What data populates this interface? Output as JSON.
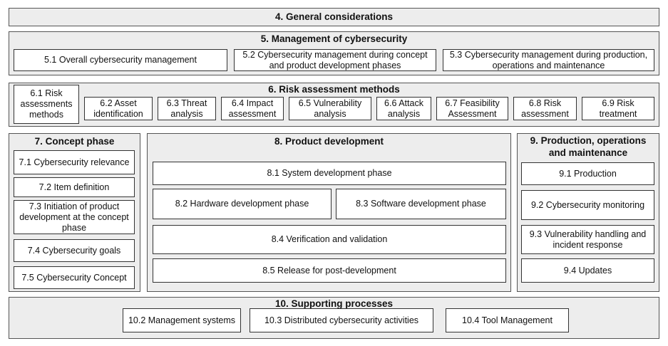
{
  "s4": {
    "title": "4. General considerations"
  },
  "s5": {
    "title": "5. Management of cybersecurity",
    "items": [
      "5.1 Overall cybersecurity management",
      "5.2 Cybersecurity management during concept and product development phases",
      "5.3 Cybersecurity management during production, operations and maintenance"
    ]
  },
  "s6": {
    "title": "6. Risk assessment methods",
    "items": [
      "6.1 Risk assessments methods",
      "6.2  Asset identification",
      "6.3 Threat analysis",
      "6.4 Impact assessment",
      "6.5 Vulnerability analysis",
      "6.6 Attack analysis",
      "6.7 Feasibility Assessment",
      "6.8 Risk assessment",
      "6.9 Risk treatment"
    ]
  },
  "s7": {
    "title": "7. Concept phase",
    "items": [
      "7.1 Cybersecurity relevance",
      "7.2 Item definition",
      "7.3 Initiation of product development at the concept phase",
      "7.4 Cybersecurity goals",
      "7.5 Cybersecurity Concept"
    ]
  },
  "s8": {
    "title": "8. Product development",
    "items": [
      "8.1 System development phase",
      "8.2 Hardware development phase",
      "8.3 Software development phase",
      "8.4 Verification and validation",
      "8.5 Release for post-development"
    ]
  },
  "s9": {
    "title": "9. Production, operations and maintenance",
    "items": [
      "9.1 Production",
      "9.2 Cybersecurity monitoring",
      "9.3 Vulnerability handling and incident response",
      "9.4 Updates"
    ]
  },
  "s10": {
    "title": "10. Supporting processes",
    "items": [
      "10.2 Management systems",
      "10.3 Distributed cybersecurity activities",
      "10.4 Tool Management"
    ]
  }
}
